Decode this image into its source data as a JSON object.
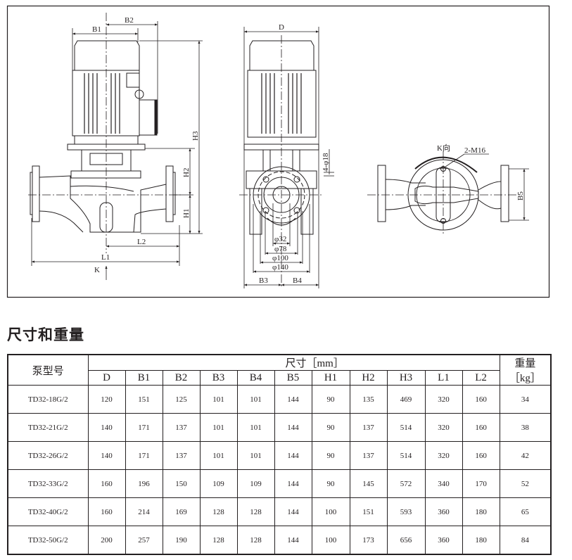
{
  "drawing": {
    "side_view": {
      "B1": "B1",
      "B2": "B2",
      "H1": "H1",
      "H2": "H2",
      "H3": "H3",
      "L1": "L1",
      "L2": "L2",
      "K": "K"
    },
    "front_view": {
      "D": "D",
      "holes": "4-φ18",
      "d32": "φ32",
      "d78": "φ78",
      "d100": "φ100",
      "d140": "φ140",
      "B3": "B3",
      "B4": "B4"
    },
    "k_view": {
      "title": "K向",
      "bolts": "2-M16",
      "B5": "B5"
    }
  },
  "section_title": "尺寸和重量",
  "table": {
    "model_header": "泵型号",
    "dims_header": "尺寸［mm］",
    "weight_header_1": "重量",
    "weight_header_2": "［kg］",
    "columns": [
      "D",
      "B1",
      "B2",
      "B3",
      "B4",
      "B5",
      "H1",
      "H2",
      "H3",
      "L1",
      "L2"
    ],
    "rows": [
      {
        "model": "TD32-18G/2",
        "values": [
          "120",
          "151",
          "125",
          "101",
          "101",
          "144",
          "90",
          "135",
          "469",
          "320",
          "160"
        ],
        "weight": "34"
      },
      {
        "model": "TD32-21G/2",
        "values": [
          "140",
          "171",
          "137",
          "101",
          "101",
          "144",
          "90",
          "137",
          "514",
          "320",
          "160"
        ],
        "weight": "38"
      },
      {
        "model": "TD32-26G/2",
        "values": [
          "140",
          "171",
          "137",
          "101",
          "101",
          "144",
          "90",
          "137",
          "514",
          "320",
          "160"
        ],
        "weight": "42"
      },
      {
        "model": "TD32-33G/2",
        "values": [
          "160",
          "196",
          "150",
          "109",
          "109",
          "144",
          "90",
          "145",
          "572",
          "340",
          "170"
        ],
        "weight": "52"
      },
      {
        "model": "TD32-40G/2",
        "values": [
          "160",
          "214",
          "169",
          "128",
          "128",
          "144",
          "100",
          "151",
          "593",
          "360",
          "180"
        ],
        "weight": "65"
      },
      {
        "model": "TD32-50G/2",
        "values": [
          "200",
          "257",
          "190",
          "128",
          "128",
          "144",
          "100",
          "173",
          "656",
          "360",
          "180"
        ],
        "weight": "84"
      }
    ]
  }
}
